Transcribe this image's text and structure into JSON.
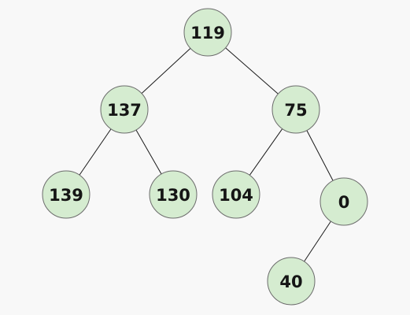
{
  "tree": {
    "nodes": [
      {
        "id": "n119",
        "label": "119"
      },
      {
        "id": "n137",
        "label": "137"
      },
      {
        "id": "n75",
        "label": "75"
      },
      {
        "id": "n139",
        "label": "139"
      },
      {
        "id": "n130",
        "label": "130"
      },
      {
        "id": "n104",
        "label": "104"
      },
      {
        "id": "n0",
        "label": "0"
      },
      {
        "id": "n40",
        "label": "40"
      }
    ],
    "edges": [
      {
        "from": "n119",
        "to": "n137"
      },
      {
        "from": "n119",
        "to": "n75"
      },
      {
        "from": "n137",
        "to": "n139"
      },
      {
        "from": "n137",
        "to": "n130"
      },
      {
        "from": "n75",
        "to": "n104"
      },
      {
        "from": "n75",
        "to": "n0"
      },
      {
        "from": "n0",
        "to": "n40"
      }
    ]
  },
  "colors": {
    "node_fill": "#d5ecd0",
    "node_stroke": "#6c6c6c",
    "edge": "#1a1a1a",
    "background": "#f8f8f8"
  }
}
